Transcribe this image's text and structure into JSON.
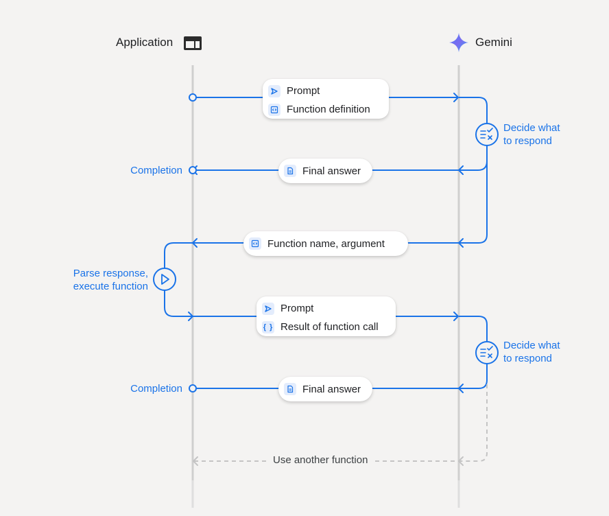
{
  "header": {
    "application": "Application",
    "gemini": "Gemini"
  },
  "messages": {
    "request_prompt": "Prompt",
    "function_definition": "Function definition",
    "final_answer_1": "Final answer",
    "function_name_argument": "Function name,  argument",
    "followup_prompt": "Prompt",
    "result_of_function_call": "Result of function call",
    "final_answer_2": "Final answer"
  },
  "side_labels": {
    "completion_1": "Completion",
    "completion_2": "Completion",
    "parse_line1": "Parse response,",
    "parse_line2": "execute function",
    "decide_1_line1": "Decide what",
    "decide_1_line2": "to respond",
    "decide_2_line1": "Decide what",
    "decide_2_line2": "to respond"
  },
  "loop_label": "Use another function",
  "icons": {
    "application": "window-icon",
    "gemini": "gemini-sparkle-icon",
    "prompt": "send-arrow-icon",
    "function_definition": "code-icon",
    "final_answer": "document-icon",
    "result": "curly-braces-icon",
    "decide": "decision-list-icon",
    "execute": "play-icon"
  },
  "colors": {
    "accent": "#1a73e8",
    "lifeline": "#cfcfcf",
    "background": "#f4f3f2",
    "text": "#202124"
  }
}
